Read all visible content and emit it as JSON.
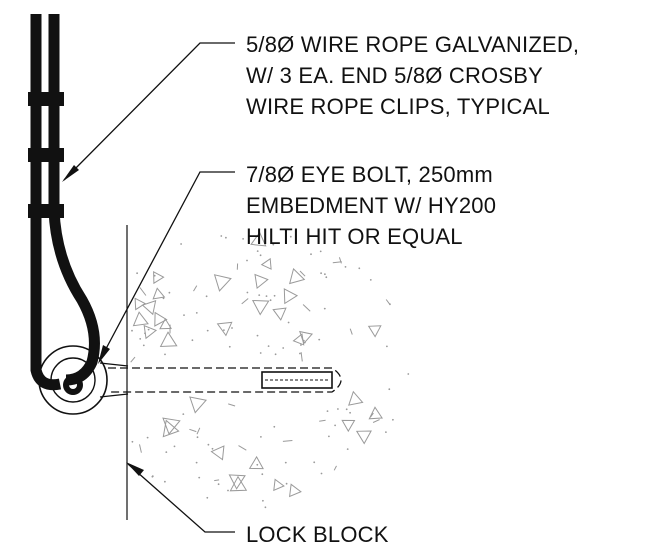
{
  "callouts": {
    "wire_rope": {
      "lines": [
        "5/8Ø WIRE ROPE GALVANIZED,",
        "W/ 3 EA. END 5/8Ø CROSBY",
        "WIRE ROPE CLIPS, TYPICAL"
      ]
    },
    "eye_bolt": {
      "lines": [
        "7/8Ø EYE BOLT, 250mm",
        "EMBEDMENT W/ HY200",
        "HILTI HIT OR EQUAL"
      ]
    },
    "lock_block": {
      "lines": [
        "LOCK BLOCK"
      ]
    }
  },
  "colors": {
    "ink": "#111111",
    "hatch": "#9a9a9a",
    "background": "#ffffff"
  }
}
